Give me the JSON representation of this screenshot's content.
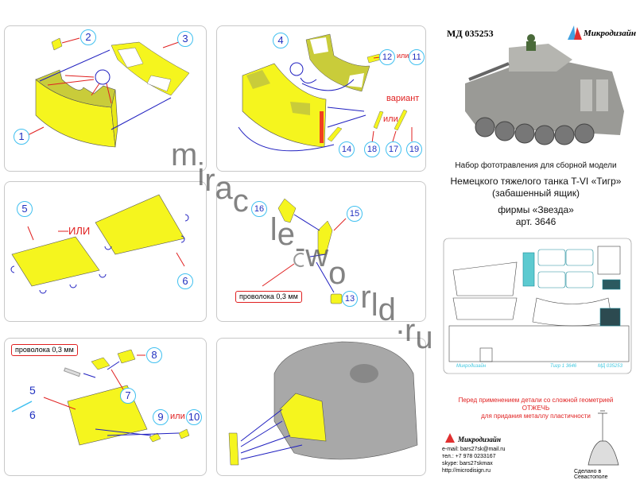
{
  "header": {
    "article_code": "МД 035253",
    "brand": "Микродизайн"
  },
  "steps": {
    "p1": {
      "labels": [
        "1",
        "2",
        "3"
      ]
    },
    "p2": {
      "labels": [
        "4",
        "12",
        "11",
        "14",
        "18",
        "17",
        "19"
      ],
      "or": "или",
      "variant": "вариант",
      "or2": "или"
    },
    "p3": {
      "labels": [
        "5",
        "6"
      ],
      "or": "ИЛИ"
    },
    "p4": {
      "labels": [
        "16",
        "15",
        "13"
      ],
      "wire": "проволока 0,3 мм"
    },
    "p5": {
      "labels": [
        "8",
        "7",
        "5",
        "6",
        "9",
        "10"
      ],
      "wire": "проволока 0,3 мм",
      "or": "или"
    }
  },
  "title": {
    "line1": "Набор фототравления для сборной модели",
    "line2": "Немецкого тяжелого танка T-VI «Тигр»",
    "line3": "(забашенный ящик)",
    "line4": "фирмы «Звезда»",
    "line5": "арт. 3646"
  },
  "fret": {
    "brand": "Микродизайн",
    "name": "Тигр 1 3646",
    "code": "МД 035253"
  },
  "warning": {
    "line1": "Перед применением детали со сложной геометрией",
    "line2": "ОТЖЕЧЬ",
    "line3": "для придания металлу пластичности"
  },
  "contacts": {
    "brand": "Микродизайн",
    "email": "e-mail: bars27sk@mail.ru",
    "phone": "тел.: +7 978 0233167",
    "skype": "skype: bars27skmax",
    "web": "http://microdisign.ru"
  },
  "made_in": "Сделано в Севастополе",
  "watermark": "miracle-world.ru",
  "colors": {
    "part": "#f5f51e",
    "arrow_red": "#e02020",
    "arrow_blue": "#2020c0",
    "callout": "#40c0f0"
  }
}
